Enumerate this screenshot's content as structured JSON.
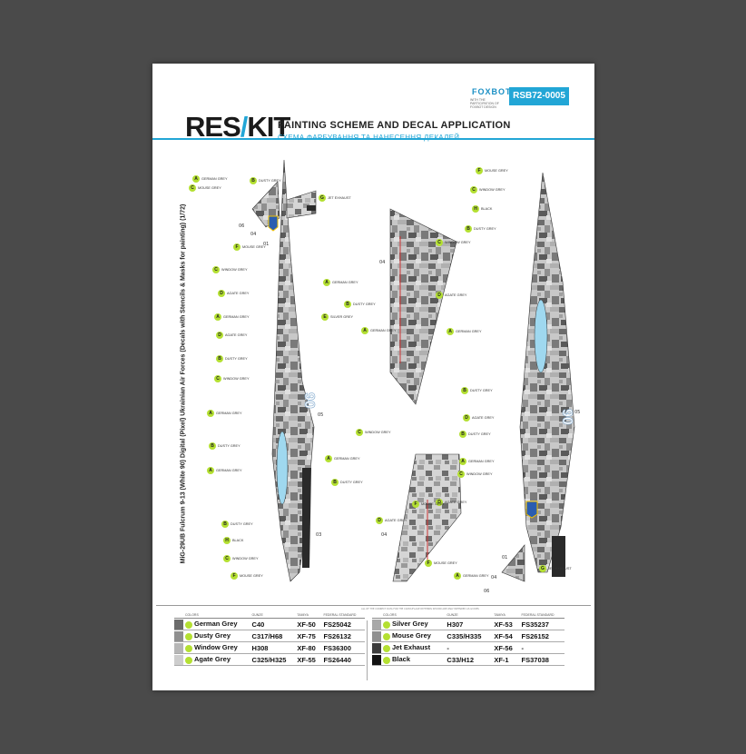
{
  "header": {
    "logo": [
      "RES",
      "/",
      "KIT"
    ],
    "title_en": "PAINTING SCHEME AND DECAL APPLICATION",
    "title_ua": "СХЕМА ФАРБУВАННЯ ТА НАНЕСЕННЯ ДЕКАЛЕЙ",
    "partner": "FOXBOT",
    "partner_sub": "WITH THE PARTICIPATION OF FOXBOT DESIGN",
    "code": "RSB72-0005"
  },
  "side_title": "MiG-29UB Fulcrum 9-13 (White 90) Digital (Pixel) Ukrainian Air Forces (Decals with Stencils & Masks for painting) (1/72)",
  "markings": {
    "number": "90",
    "decals": [
      "01",
      "03",
      "04",
      "05",
      "06"
    ]
  },
  "callouts": {
    "left_view": [
      {
        "letter": "A",
        "text": "GERMAN GREY"
      },
      {
        "letter": "C",
        "text": "MOUSE GREY"
      },
      {
        "letter": "B",
        "text": "DUSTY GREY"
      },
      {
        "letter": "G",
        "text": "JET EXHAUST"
      },
      {
        "letter": "F",
        "text": "MOUSE GREY"
      },
      {
        "letter": "C",
        "text": "WINDOW GREY"
      },
      {
        "letter": "D",
        "text": "AGATE GREY"
      },
      {
        "letter": "A",
        "text": "GERMAN GREY"
      },
      {
        "letter": "D",
        "text": "AGATE GREY"
      },
      {
        "letter": "B",
        "text": "DUSTY GREY"
      },
      {
        "letter": "C",
        "text": "WINDOW GREY"
      },
      {
        "letter": "A",
        "text": "GERMAN GREY"
      },
      {
        "letter": "B",
        "text": "DUSTY GREY"
      },
      {
        "letter": "A",
        "text": "GERMAN GREY"
      },
      {
        "letter": "B",
        "text": "DUSTY GREY"
      },
      {
        "letter": "H",
        "text": "BLACK"
      },
      {
        "letter": "C",
        "text": "WINDOW GREY"
      },
      {
        "letter": "F",
        "text": "MOUSE GREY"
      }
    ],
    "center_view": [
      {
        "letter": "C",
        "text": "WINDOW GREY"
      },
      {
        "letter": "A",
        "text": "GERMAN GREY"
      },
      {
        "letter": "B",
        "text": "DUSTY GREY"
      },
      {
        "letter": "D",
        "text": "AGATE GREY"
      },
      {
        "letter": "E",
        "text": "SILVER GREY"
      },
      {
        "letter": "A",
        "text": "GERMAN GREY"
      },
      {
        "letter": "C",
        "text": "WINDOW GREY"
      },
      {
        "letter": "A",
        "text": "GERMAN GREY"
      },
      {
        "letter": "B",
        "text": "DUSTY GREY"
      },
      {
        "letter": "D",
        "text": "AGATE GREY"
      },
      {
        "letter": "F",
        "text": "MOUSE GREY"
      },
      {
        "letter": "D",
        "text": "AGATE GREY"
      }
    ],
    "right_view": [
      {
        "letter": "F",
        "text": "MOUSE GREY"
      },
      {
        "letter": "C",
        "text": "WINDOW GREY"
      },
      {
        "letter": "H",
        "text": "BLACK"
      },
      {
        "letter": "B",
        "text": "DUSTY GREY"
      },
      {
        "letter": "A",
        "text": "GERMAN GREY"
      },
      {
        "letter": "B",
        "text": "DUSTY GREY"
      },
      {
        "letter": "D",
        "text": "AGATE GREY"
      },
      {
        "letter": "B",
        "text": "DUSTY GREY"
      },
      {
        "letter": "C",
        "text": "WINDOW GREY"
      },
      {
        "letter": "A",
        "text": "GERMAN GREY"
      },
      {
        "letter": "G",
        "text": "JET EXHAUST"
      },
      {
        "letter": "F",
        "text": "MOUSE GREY"
      },
      {
        "letter": "A",
        "text": "GERMAN GREY"
      }
    ]
  },
  "fine_print": "ALL OF THE CORRECT DATA FOR THE CAMOUFLAGE PATTERNS SHOWN ARE ONLY INTENDED AS GUIDES",
  "color_table": {
    "headers": [
      "",
      "COLORS",
      "GUNZE",
      "TAMIYA",
      "FEDERAL STANDARD"
    ],
    "left": [
      {
        "letter": "A",
        "name": "German Grey",
        "gunze": "C40",
        "tamiya": "XF-50",
        "fs": "FS25042",
        "swatch": "#6c6c6c"
      },
      {
        "letter": "B",
        "name": "Dusty Grey",
        "gunze": "C317/H68",
        "tamiya": "XF-75",
        "fs": "FS26132",
        "swatch": "#8f8f8f"
      },
      {
        "letter": "C",
        "name": "Window Grey",
        "gunze": "H308",
        "tamiya": "XF-80",
        "fs": "FS36300",
        "swatch": "#b6b6b6"
      },
      {
        "letter": "D",
        "name": "Agate Grey",
        "gunze": "C325/H325",
        "tamiya": "XF-55",
        "fs": "FS26440",
        "swatch": "#cdcdcd"
      }
    ],
    "right": [
      {
        "letter": "E",
        "name": "Silver Grey",
        "gunze": "H307",
        "tamiya": "XF-53",
        "fs": "FS35237",
        "swatch": "#a8a8a8"
      },
      {
        "letter": "F",
        "name": "Mouse Grey",
        "gunze": "C335/H335",
        "tamiya": "XF-54",
        "fs": "FS26152",
        "swatch": "#909090"
      },
      {
        "letter": "G",
        "name": "Jet Exhaust",
        "gunze": "-",
        "tamiya": "XF-56",
        "fs": "-",
        "swatch": "#3c3c3c"
      },
      {
        "letter": "H",
        "name": "Black",
        "gunze": "C33/H12",
        "tamiya": "XF-1",
        "fs": "FS37038",
        "swatch": "#111111"
      }
    ]
  },
  "colors": {
    "accent_blue": "#22a6d6",
    "callout_green": "#b4e032",
    "background": "#4a4a4a"
  }
}
